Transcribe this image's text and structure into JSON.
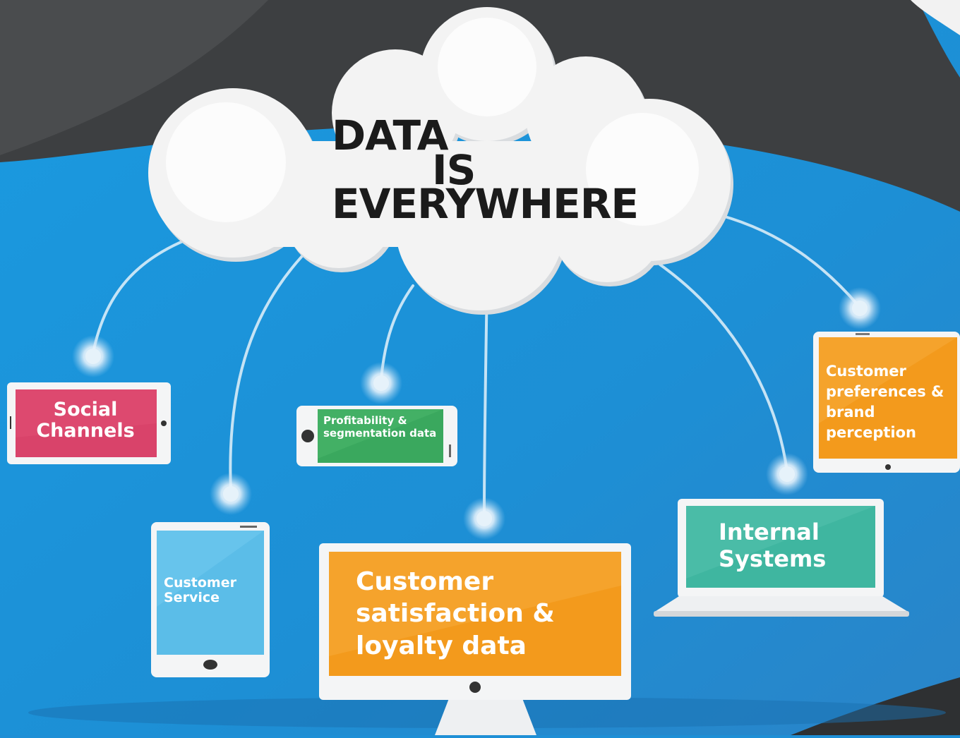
{
  "title": {
    "line1": "DATA",
    "line2": "IS",
    "line3": "EVERYWHERE"
  },
  "devices": [
    {
      "id": "social-channels",
      "device": "tablet",
      "label": "Social Channels",
      "color": "#d9436a"
    },
    {
      "id": "customer-service",
      "device": "phone",
      "label": "Customer Service",
      "color": "#5bbde8"
    },
    {
      "id": "profitability",
      "device": "phone-landscape",
      "label": "Profitability & segmentation data",
      "color": "#3aa85e"
    },
    {
      "id": "customer-satisfaction",
      "device": "monitor",
      "label": "Customer satisfaction & loyalty data",
      "color": "#f39a1c"
    },
    {
      "id": "internal-systems",
      "device": "laptop",
      "label": "Internal Systems",
      "color": "#3fb6a0"
    },
    {
      "id": "customer-preferences",
      "device": "tablet",
      "label": "Customer preferences & brand perception",
      "color": "#f39a1c"
    }
  ],
  "colors": {
    "background_blue": "#1e8fd6",
    "background_dark": "#3d3f41",
    "cloud": "#f3f3f3",
    "title_text": "#1b1b1b"
  }
}
